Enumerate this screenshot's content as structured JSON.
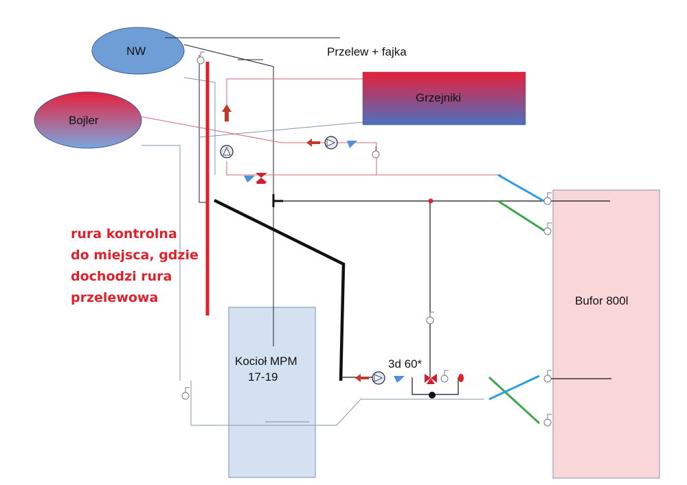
{
  "labels": {
    "nw": "NW",
    "bojler": "Bojler",
    "grzejniki": "Grzejniki",
    "przelew": "Przelew + fajka",
    "kociol_line1": "Kocioł MPM",
    "kociol_line2": "17-19",
    "bufor": "Bufor 800l",
    "valve_3d": "3d 60*",
    "note_lines": [
      "rura kontrolna",
      "do miejsca, gdzie",
      "dochodzi rura",
      "przelewowa"
    ]
  },
  "colors": {
    "tank_blue": "#5b8ed0",
    "hot_red": "#e8203a",
    "boiler_fill": "#d3e1f1",
    "buffer_fill": "#f9d6d8",
    "control_pipe": "#e0202a",
    "flow_pipe": "#111111",
    "return_pipe": "#7f93a8",
    "heating_pipe": "#d06a74",
    "conn_blue": "#2a9ee0",
    "conn_green": "#3aa84a"
  },
  "icons": [
    "pump-icon",
    "check-valve-icon",
    "three-way-valve-icon",
    "flow-arrow-icon",
    "temperature-sensor-icon"
  ]
}
